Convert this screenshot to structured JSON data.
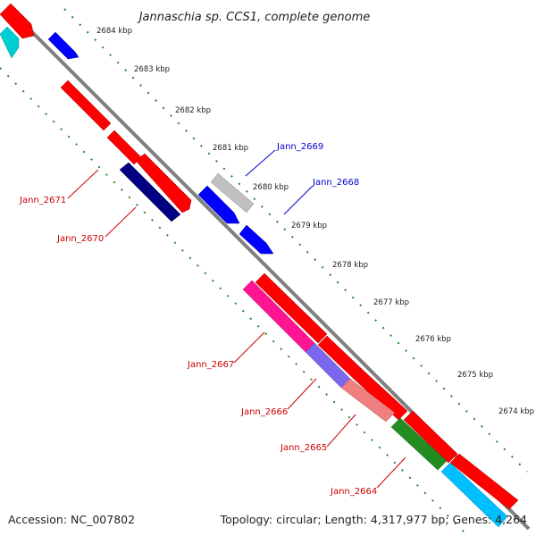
{
  "title": "Jannaschia sp. CCS1, complete genome",
  "footer": {
    "accession": "Accession: NC_007802",
    "summary": "Topology: circular; Length: 4,317,977 bp; Genes: 4,264"
  },
  "ticks": [
    "2684 kbp",
    "2683 kbp",
    "2682 kbp",
    "2681 kbp",
    "2680 kbp",
    "2679 kbp",
    "2678 kbp",
    "2677 kbp",
    "2676 kbp",
    "2675 kbp",
    "2674 kbp"
  ],
  "gene_labels": [
    {
      "text": "Jann_2669",
      "color": "#0000cc"
    },
    {
      "text": "Jann_2668",
      "color": "#0000cc"
    },
    {
      "text": "Jann_2671",
      "color": "#cc0000"
    },
    {
      "text": "Jann_2670",
      "color": "#cc0000"
    },
    {
      "text": "Jann_2667",
      "color": "#cc0000"
    },
    {
      "text": "Jann_2666",
      "color": "#cc0000"
    },
    {
      "text": "Jann_2665",
      "color": "#cc0000"
    },
    {
      "text": "Jann_2664",
      "color": "#cc0000"
    }
  ],
  "colors": {
    "backbone": "#808080",
    "scale_dots": "#228b22",
    "red_gene": "#ff0000",
    "blue_gene": "#0000ff",
    "navy_gene": "#000080",
    "grey_gene": "#c0c0c0",
    "pink_gene": "#ff1493",
    "purple_gene": "#7b68ee",
    "salmon_gene": "#f08080",
    "green_gene": "#228b22",
    "cyan_gene": "#00bfff"
  }
}
